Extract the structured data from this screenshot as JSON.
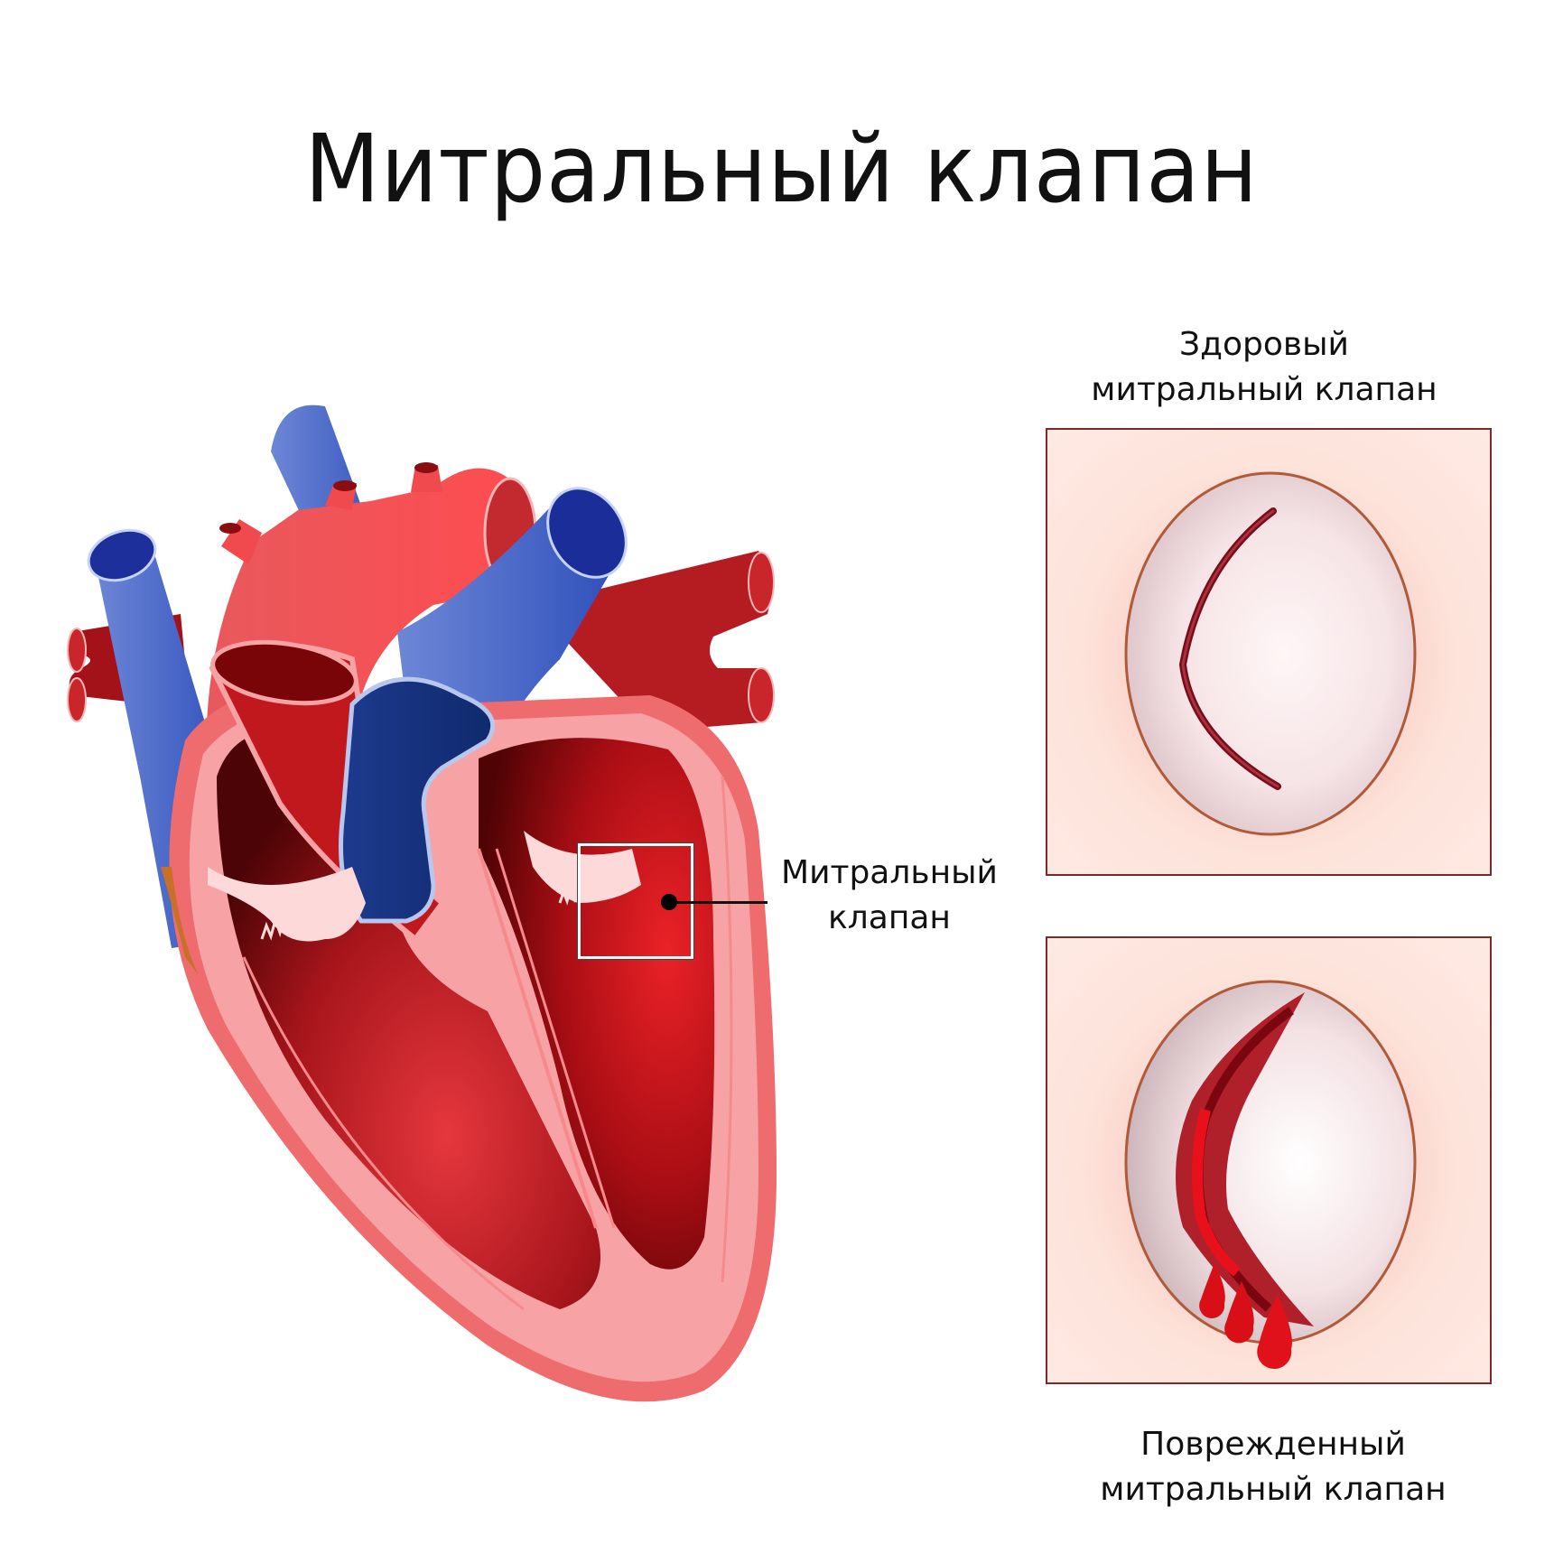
{
  "title": "Митральный клапан",
  "labels": {
    "heart_pointer": "Митральный клапан",
    "heart_pointer_line1": "Митральный",
    "heart_pointer_line2": "клапан",
    "healthy_line1": "Здоровый",
    "healthy_line2": "митральный клапан",
    "damaged_line1": "Поврежденный",
    "damaged_line2": "митральный клапан"
  },
  "panels": [
    {
      "id": "healthy",
      "state": "healthy",
      "description": "closed valve with crescent slit"
    },
    {
      "id": "damaged",
      "state": "damaged",
      "description": "torn valve leaflets with blood drops",
      "blood_drops": 3
    }
  ],
  "colors": {
    "oxygenated": "#f04a4f",
    "oxygenated_dark": "#a30d12",
    "deoxygenated": "#3a5cc4",
    "deoxygenated_dark": "#10307a",
    "myocardium": "#f6a0a2",
    "myocardium_outer": "#ee6c6e",
    "chamber": "#8e0f14",
    "valve_tissue": "#fde4e4",
    "panel_bg": "#fde3da",
    "panel_border": "#7a2a2a",
    "blood": "#e0111a"
  }
}
